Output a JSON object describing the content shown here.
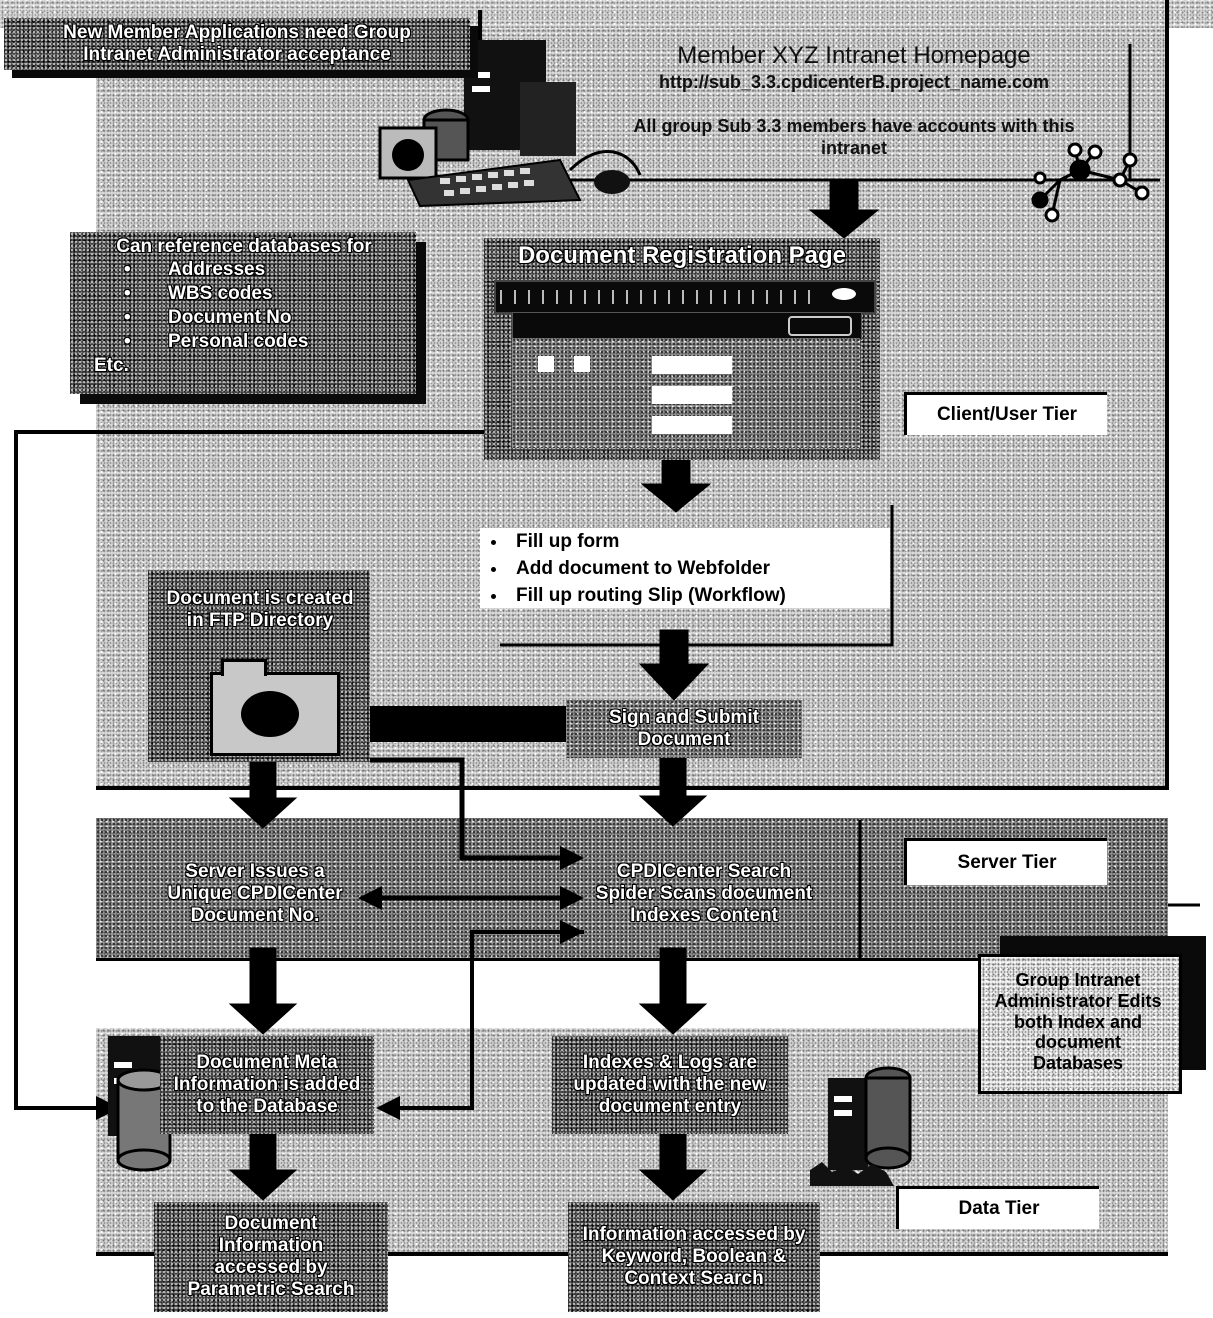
{
  "title_box": {
    "title": "Member XYZ Intranet Homepage",
    "url": "http://sub_3.3.cpdicenterB.project_name.com",
    "note": "All group Sub 3.3 members have accounts with this intranet"
  },
  "new_member_note": "New Member Applications need Group Intranet Administrator acceptance",
  "reference_box": {
    "heading": "Can reference databases for",
    "items": [
      "Addresses",
      "WBS codes",
      "Document No",
      "Personal codes",
      "Etc."
    ]
  },
  "registration_page": {
    "title": "Document Registration Page"
  },
  "steps": [
    "Fill up form",
    "Add document to Webfolder",
    "Fill up routing Slip (Workflow)"
  ],
  "ftp_box": "Document is created in FTP Directory",
  "sign_submit": "Sign and Submit Document",
  "server_issue": "Server Issues a Unique CPDICenter Document No.",
  "spider": "CPDICenter Search Spider Scans document Indexes Content",
  "admin_box": "Group Intranet Administrator Edits both Index and document Databases",
  "meta_db": "Document Meta Information is added to the Database",
  "index_logs": "Indexes & Logs are updated with the new document entry",
  "parametric": "Document Information accessed by Parametric Search",
  "keyword": "Information accessed by Keyword, Boolean & Context Search",
  "tiers": {
    "client": "Client/User Tier",
    "server": "Server Tier",
    "data": "Data Tier"
  },
  "icons": {
    "workstation": "computer-workstation-icon",
    "network": "network-nodes-icon",
    "folder": "folder-icon",
    "server": "server-tower-icon",
    "database": "database-cylinder-icon"
  }
}
